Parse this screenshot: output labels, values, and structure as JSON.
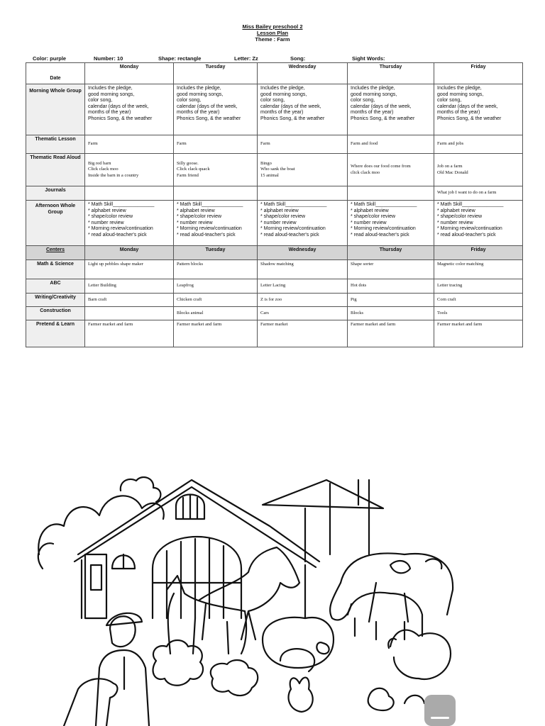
{
  "doc": {
    "title": "Miss Bailey preschool 2",
    "subtitle": "Lesson Plan",
    "theme": "Theme : Farm"
  },
  "meta": {
    "color": "Color:     purple",
    "number": "Number:      10",
    "shape": "Shape:          rectangle",
    "letter": "Letter: Zz",
    "song": "Song:",
    "sight": "Sight Words:"
  },
  "table": {
    "days": [
      "Monday",
      "Tuesday",
      "Wednesday",
      "Thursday",
      "Friday"
    ],
    "date_label": "Date",
    "morning_label": "Morning Whole Group",
    "morning_text": "Includes the pledge,\ngood morning songs,\ncolor song,\ncalendar (days of the week,\nmonths of the year)\nPhonics Song, & the weather",
    "thematic_label": "Thematic Lesson",
    "thematic": [
      "Farm",
      "Farm",
      "Farm",
      "Farm and food",
      "Farm and jobs"
    ],
    "readaloud_label": "Thematic Read Aloud",
    "readaloud": [
      "Big red barn\nClick clack moo\nInside the barn in a country",
      "Silly goose.\nClick clack quack\nFarm friend",
      "Bingo\nWho sank the boat\n15 animal",
      "Where does our food come from\nclick clack moo",
      "Job on a farm\nOld Mac Donald"
    ],
    "journals_label": "Journals",
    "journals": [
      "",
      "",
      "",
      "",
      "What job I want to do on a farm"
    ],
    "afternoon_label": "Afternoon Whole Group",
    "afternoon_text": "* Math Skill_______________\n* alphabet review\n* shape/color review\n* number review\n* Morning review/continuation\n* read aloud-teacher's pick",
    "centers_label": "Centers",
    "math_label": "Math & Science",
    "math": [
      "Light up pebbles shape maker",
      "Pattern blocks",
      "Shadow matching",
      "Shape sorter",
      "Magnetic color matching"
    ],
    "abc_label": "ABC",
    "abc": [
      "Letter Building",
      "Leapfrog",
      "Letter Lacing",
      "Hot dots",
      "Letter tracing"
    ],
    "writing_label": "Writing/Creativity",
    "writing": [
      "Barn craft",
      "Chicken craft",
      "Z is for zoo",
      "Pig",
      "Corn craft"
    ],
    "construction_label": "Construction",
    "construction": [
      "",
      "Blocks animal",
      "Cars",
      "Blocks",
      "Tools"
    ],
    "pretend_label": "Pretend & Learn",
    "pretend": [
      "Farmer market and farm",
      "Farmer market and farm",
      "Farmer market",
      "Farmer market  and farm",
      "Farmer market and farm"
    ]
  }
}
